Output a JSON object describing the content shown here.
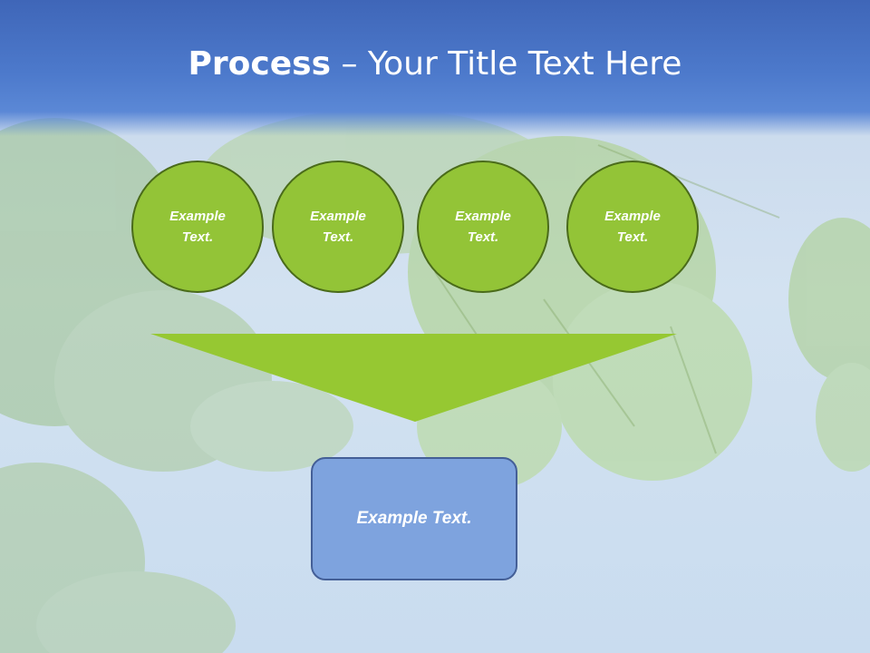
{
  "title": {
    "bold": "Process",
    "dash": "–",
    "rest": "Your Title Text Here"
  },
  "circles": [
    {
      "label": "Example Text."
    },
    {
      "label": "Example Text."
    },
    {
      "label": "Example Text."
    },
    {
      "label": "Example Text."
    }
  ],
  "result_box": {
    "label": "Example Text."
  },
  "colors": {
    "header_blue": "#4a78c9",
    "circle_green": "#93c437",
    "circle_border": "#4a6b1a",
    "arrow_green": "#96c832",
    "box_blue": "#7ea3de",
    "box_border": "#445f97"
  }
}
